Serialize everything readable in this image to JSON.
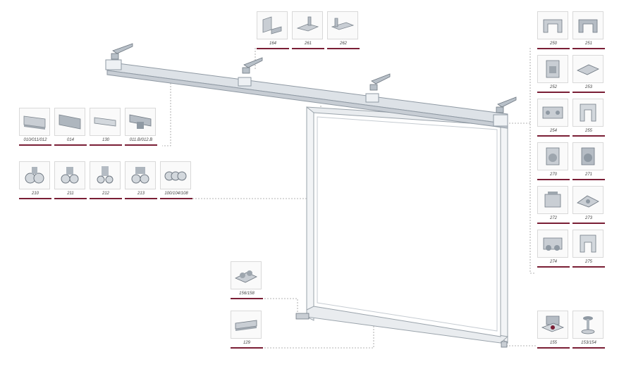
{
  "colors": {
    "accent": "#7a1e35",
    "metal": "#c9ced4",
    "frame_line": "#9aa3ab"
  },
  "groups": {
    "top_brackets": [
      {
        "code": "164",
        "icon": "wall-bracket-icon"
      },
      {
        "code": "261",
        "icon": "wall-bracket-icon"
      },
      {
        "code": "262",
        "icon": "wall-bracket-icon"
      }
    ],
    "rails": [
      {
        "code": "010/011/012",
        "icon": "rail-profile-icon"
      },
      {
        "code": "014",
        "icon": "rail-profile-icon"
      },
      {
        "code": "130",
        "icon": "rail-profile-icon"
      },
      {
        "code": "011.B/012.B",
        "icon": "rail-profile-icon"
      }
    ],
    "trolleys": [
      {
        "code": "210",
        "icon": "trolley-icon"
      },
      {
        "code": "211",
        "icon": "trolley-icon"
      },
      {
        "code": "212",
        "icon": "trolley-icon"
      },
      {
        "code": "213",
        "icon": "trolley-icon"
      },
      {
        "code": "100/104/108",
        "icon": "trolley-icon"
      }
    ],
    "side_brackets": [
      {
        "code": "250",
        "icon": "bracket-icon"
      },
      {
        "code": "251",
        "icon": "bracket-icon"
      },
      {
        "code": "252",
        "icon": "bracket-icon"
      },
      {
        "code": "253",
        "icon": "bracket-icon"
      },
      {
        "code": "254",
        "icon": "bracket-icon"
      },
      {
        "code": "255",
        "icon": "bracket-icon"
      },
      {
        "code": "270",
        "icon": "bracket-icon"
      },
      {
        "code": "271",
        "icon": "bracket-icon"
      },
      {
        "code": "272",
        "icon": "bracket-icon"
      },
      {
        "code": "273",
        "icon": "bracket-icon"
      },
      {
        "code": "274",
        "icon": "bracket-icon"
      },
      {
        "code": "275",
        "icon": "bracket-icon"
      }
    ],
    "floor_guides": [
      {
        "code": "156/158",
        "icon": "floor-guide-icon"
      },
      {
        "code": "129",
        "icon": "bottom-rail-icon"
      }
    ],
    "stops": [
      {
        "code": "155",
        "icon": "stop-plate-icon"
      },
      {
        "code": "153/154",
        "icon": "screw-stop-icon"
      }
    ]
  }
}
